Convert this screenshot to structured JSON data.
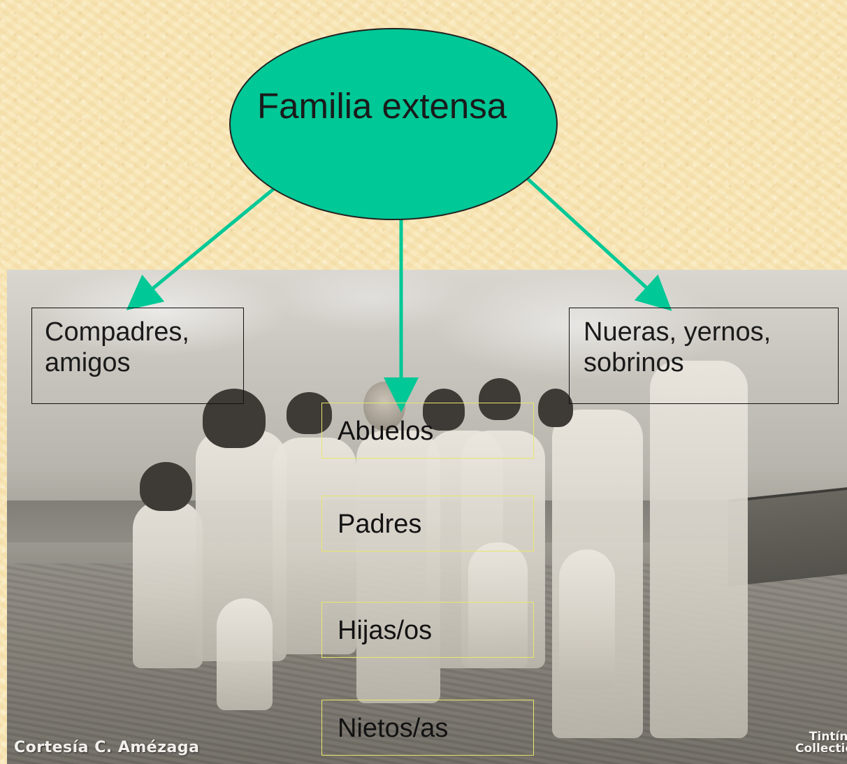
{
  "diagram": {
    "root": {
      "label": "Familia extensa"
    },
    "branches": {
      "left": {
        "line1": "Compadres,",
        "line2": "amigos"
      },
      "right": {
        "line1": "Nueras, yernos,",
        "line2": "sobrinos"
      },
      "center": [
        "Abuelos",
        "Padres",
        "Hijas/os",
        "Nietos/as"
      ]
    },
    "colors": {
      "node_fill": "#00c896",
      "arrow": "#00c896",
      "center_box_border": "#e8e86a",
      "background": "#f7e3b0"
    }
  },
  "photo": {
    "credit_left": "Cortesía C. Amézaga",
    "credit_right_line1": "Tintín",
    "credit_right_line2": "Collection"
  }
}
